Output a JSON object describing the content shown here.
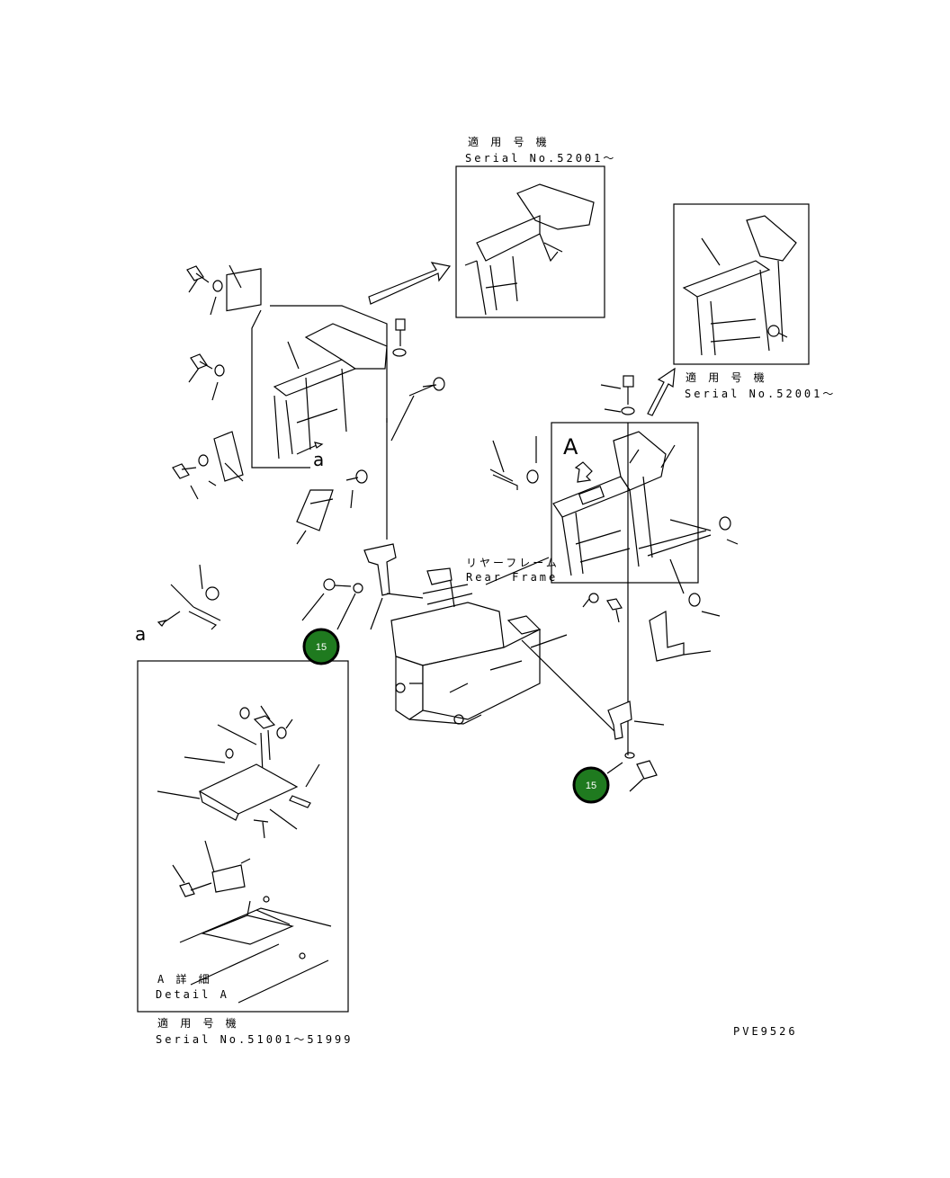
{
  "labels": {
    "top_applicable_jp": "適 用 号 機",
    "top_serial": "Serial No.52001～",
    "right_applicable_jp": "適 用 号 機",
    "right_serial": "Serial No.52001～",
    "rear_frame_jp": "リヤーフレーム",
    "rear_frame_en": "Rear Frame",
    "detail_a_jp": "A 詳 細",
    "detail_a_en": "Detail A",
    "bottom_applicable_jp": "適 用 号 機",
    "bottom_serial": "Serial No.51001～51999",
    "drawing_code": "PVE9526",
    "view_a": "A",
    "ref_a_upper": "a",
    "ref_a_lower": "a"
  },
  "callouts": [
    {
      "label": "15",
      "color": "#1f7a1f"
    },
    {
      "label": "15",
      "color": "#1f7a1f"
    }
  ]
}
